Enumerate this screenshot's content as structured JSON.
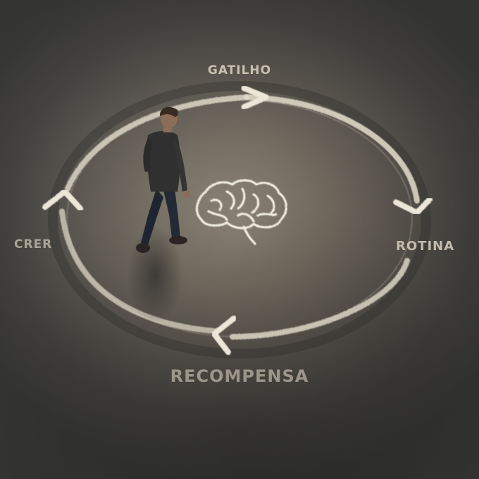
{
  "loop_labels": {
    "top": "GATILHO",
    "right": "ROTINA",
    "bottom": "RECOMPENSA",
    "left": "CRER"
  },
  "colors": {
    "background": "#3a3936",
    "chalk": "#e4ddcd",
    "figure_sweater": "#2f302f",
    "figure_jeans": "#1f2530"
  }
}
